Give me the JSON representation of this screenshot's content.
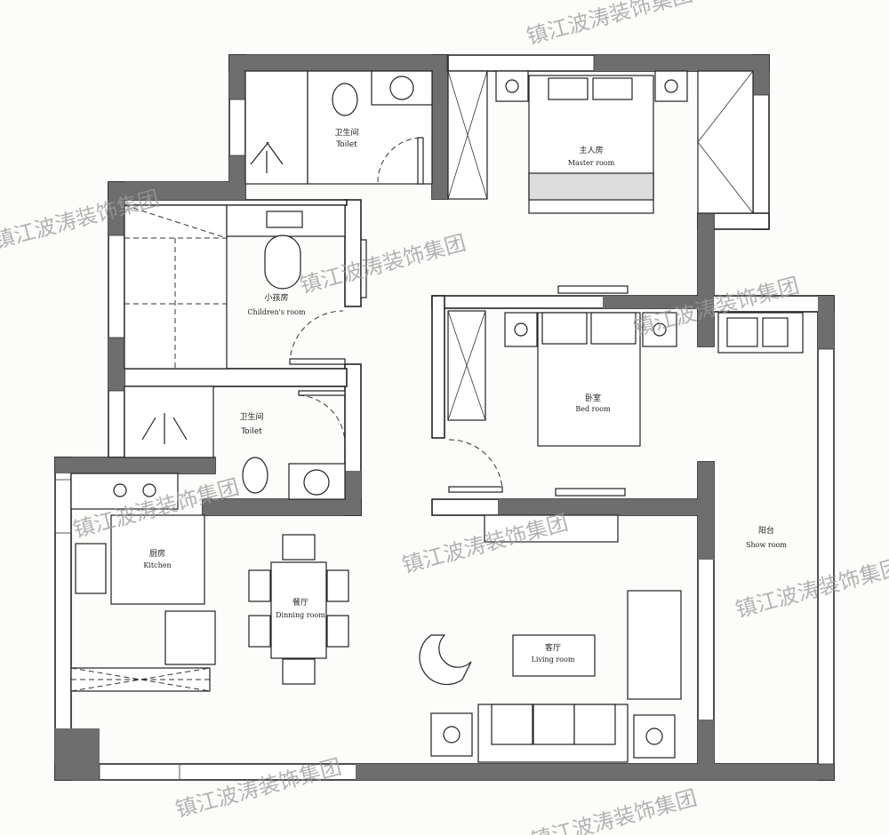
{
  "rooms": {
    "toilet_top": {
      "cn": "卫生间",
      "en": "Toilet"
    },
    "master": {
      "cn": "主人房",
      "en": "Master room"
    },
    "children": {
      "cn": "小孩房",
      "en": "Children's room"
    },
    "bedroom": {
      "cn": "卧室",
      "en": "Bed room"
    },
    "toilet_mid": {
      "cn": "卫生间",
      "en": "Toilet"
    },
    "kitchen": {
      "cn": "厨房",
      "en": "Kitchen"
    },
    "dining": {
      "cn": "餐厅",
      "en": "Dinning room"
    },
    "living": {
      "cn": "客厅",
      "en": "Living room"
    },
    "balcony": {
      "cn": "阳台",
      "en": "Show room"
    }
  },
  "watermark": "镇江波涛装饰集团",
  "colors": {
    "wall": "#6e6e6e",
    "line": "#222222",
    "background": "#fcfcfa"
  }
}
